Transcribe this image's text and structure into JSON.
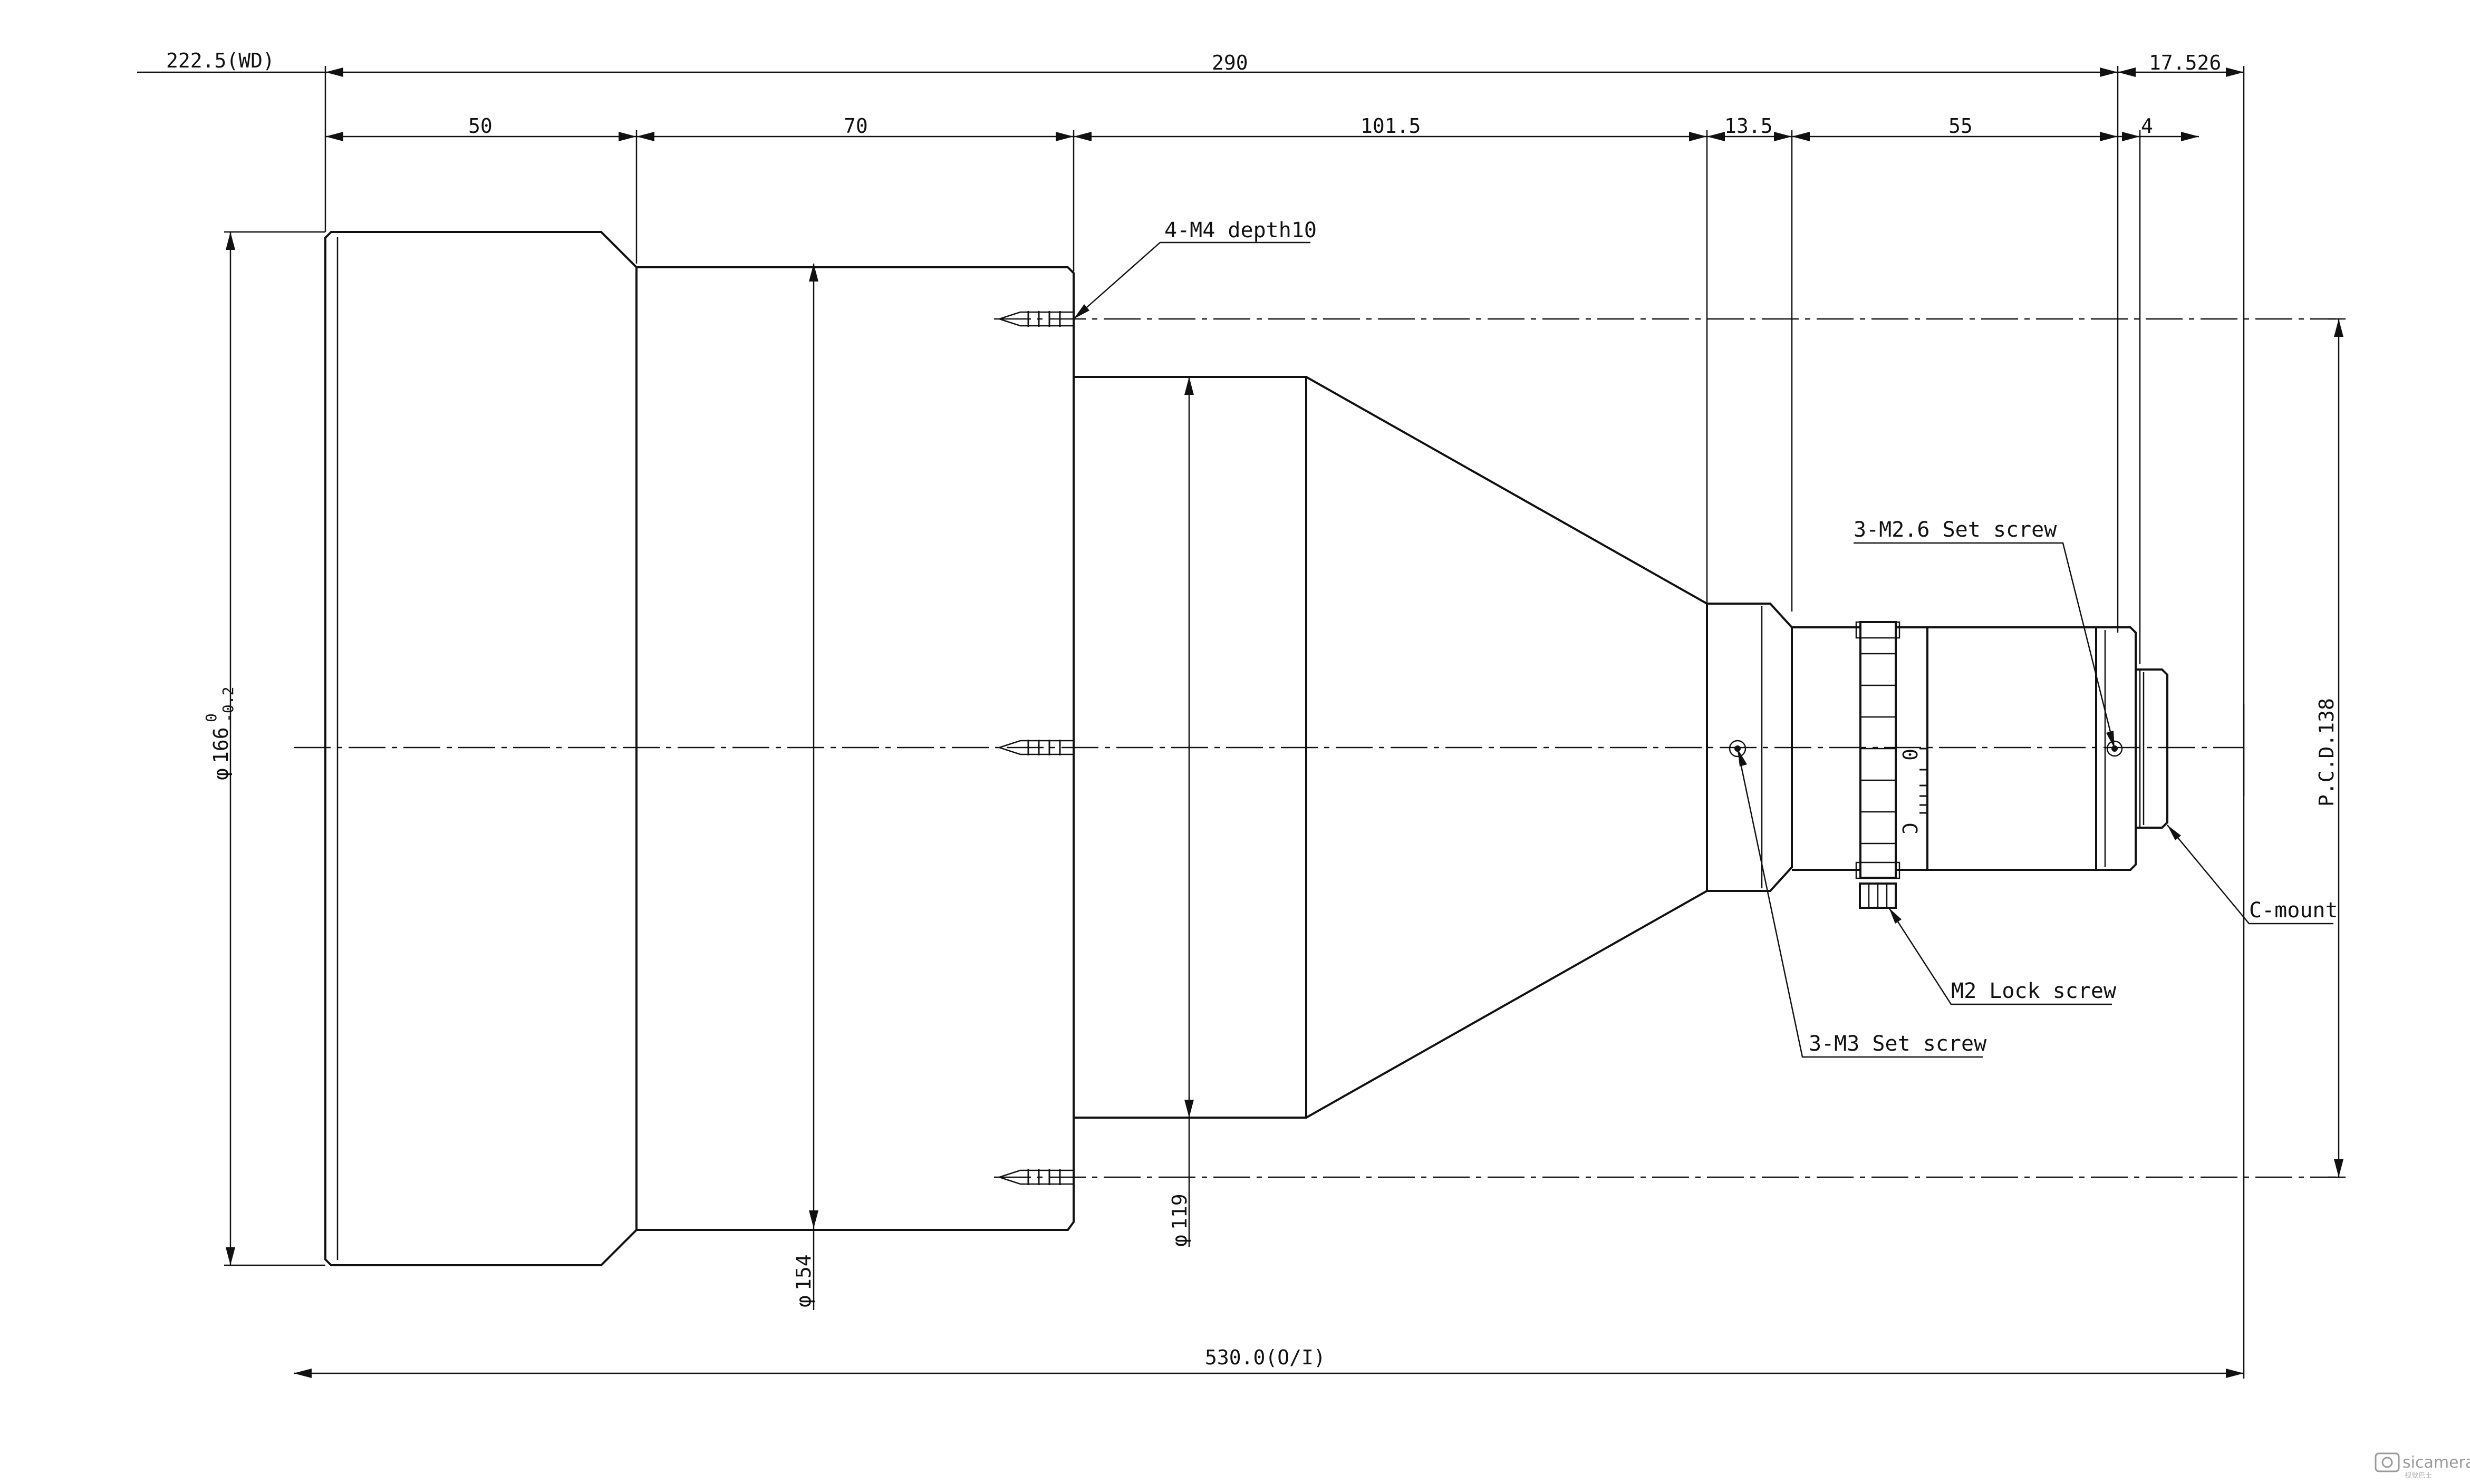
{
  "drawing": {
    "dimensions": {
      "working_distance": "222.5(WD)",
      "overall_length": "290",
      "back_flange": "17.526",
      "seg_1": "50",
      "seg_2": "70",
      "seg_3": "101.5",
      "seg_4": "13.5",
      "seg_5": "55",
      "seg_6": "4",
      "total_oi": "530.0(O/I)",
      "dia_front_main": "166",
      "dia_front_tol_upper": "0",
      "dia_front_tol_lower": "-0.2",
      "dia_154": "154",
      "dia_119": "119",
      "pcd": "P.C.D.138"
    },
    "callouts": {
      "tapped_holes": "4-M4 depth10",
      "set_screw_m26": "3-M2.6 Set screw",
      "set_screw_m3": "3-M3 Set screw",
      "lock_screw": "M2 Lock screw",
      "mount": "C-mount"
    },
    "ring_marks": {
      "top": "0",
      "bottom": "C"
    },
    "watermark": {
      "brand": "sicamera",
      "sub": "视觉巴士"
    },
    "symbols": {
      "diameter": "φ"
    },
    "colors": {
      "line": "#111111",
      "background": "#ffffff"
    }
  }
}
